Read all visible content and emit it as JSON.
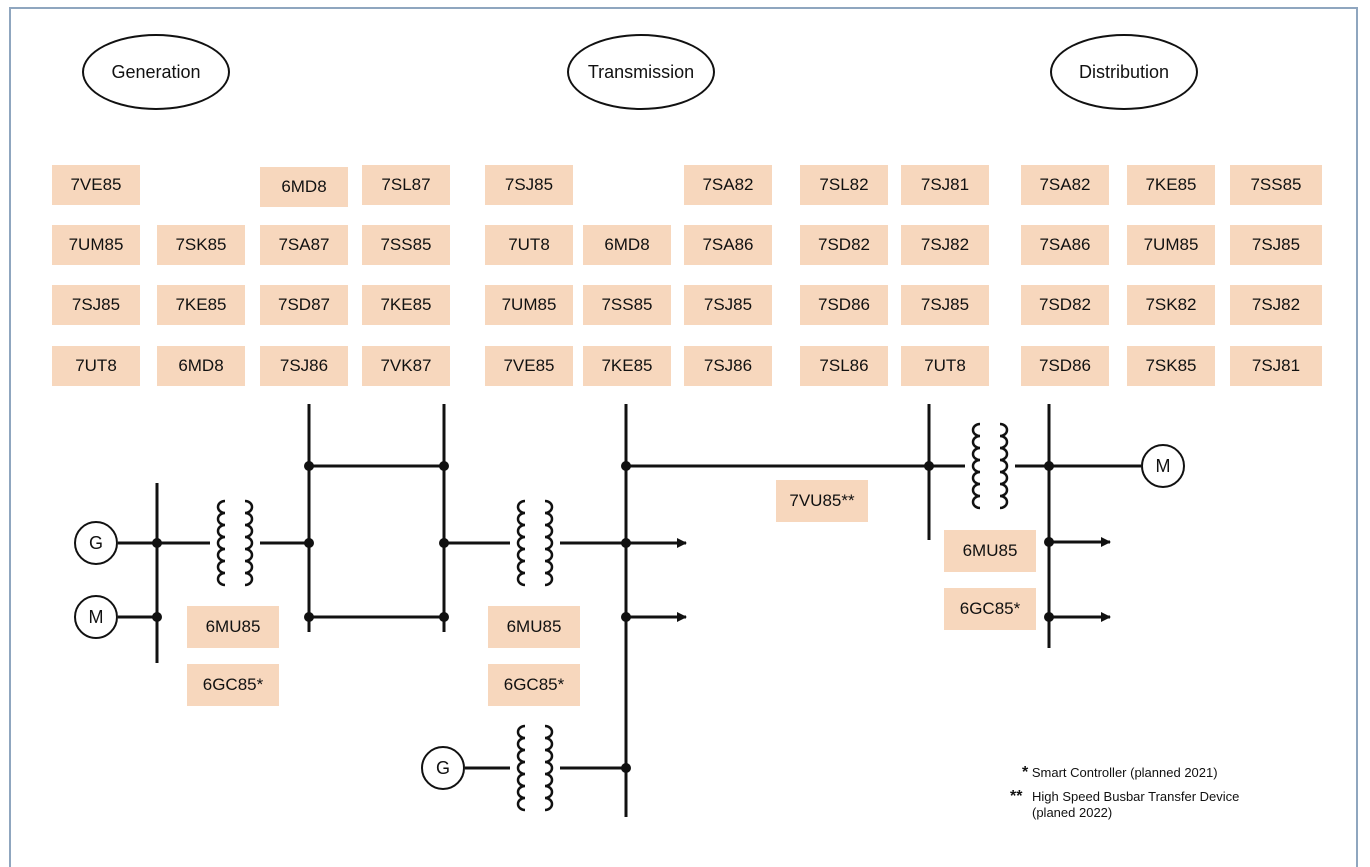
{
  "sections": {
    "generation": "Generation",
    "transmission": "Transmission",
    "distribution": "Distribution"
  },
  "device_grid": {
    "row1": [
      "7VE85",
      "6MD8",
      "7SL87",
      "7SJ85",
      "7SA82",
      "7SL82",
      "7SJ81",
      "7SA82",
      "7KE85",
      "7SS85"
    ],
    "row2": [
      "7UM85",
      "7SK85",
      "7SA87",
      "7SS85",
      "7UT8",
      "6MD8",
      "7SA86",
      "7SD82",
      "7SJ82",
      "7SA86",
      "7UM85",
      "7SJ85"
    ],
    "row3": [
      "7SJ85",
      "7KE85",
      "7SD87",
      "7KE85",
      "7UM85",
      "7SS85",
      "7SJ85",
      "7SD86",
      "7SJ85",
      "7SD82",
      "7SK82",
      "7SJ82"
    ],
    "row4": [
      "7UT8",
      "6MD8",
      "7SJ86",
      "7VK87",
      "7VE85",
      "7KE85",
      "7SJ86",
      "7SL86",
      "7UT8",
      "7SD86",
      "7SK85",
      "7SJ81"
    ]
  },
  "diagram_labels": {
    "gen_mu": "6MU85",
    "gen_gc": "6GC85*",
    "trans_mu": "6MU85",
    "trans_gc": "6GC85*",
    "vu": "7VU85**",
    "dist_mu": "6MU85",
    "dist_gc": "6GC85*"
  },
  "machines": {
    "gen_g": "G",
    "gen_m": "M",
    "trans_g": "G",
    "dist_m": "M"
  },
  "legend": {
    "mark1": "*",
    "text1": "Smart Controller (planned 2021)",
    "mark2": "**",
    "text2a": "High Speed Busbar Transfer Device",
    "text2b": "(planed 2022)"
  },
  "colors": {
    "device_fill": "#f7d7bd",
    "frame": "#8fa6bf"
  }
}
